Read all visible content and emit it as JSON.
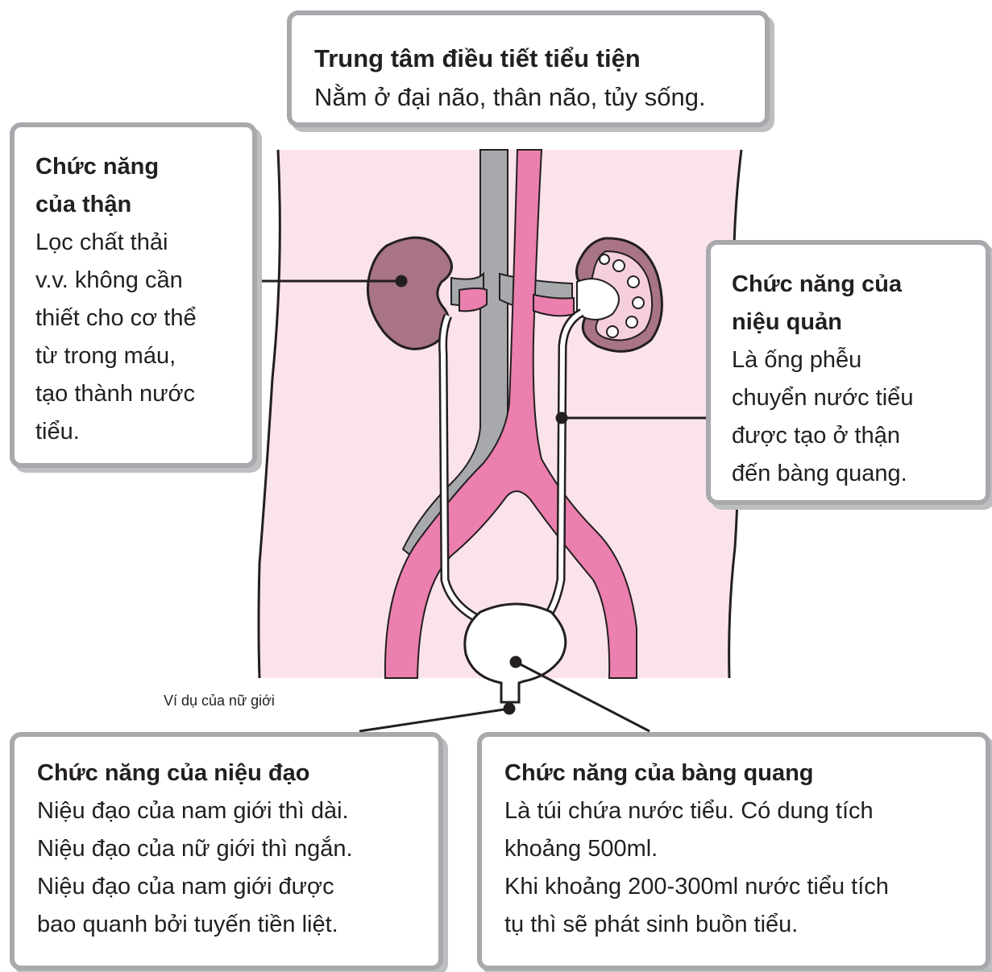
{
  "center": {
    "title": "Trung tâm điều tiết tiểu tiện",
    "body": "Nằm ở đại não, thân não, tủy sống."
  },
  "kidney": {
    "title": "Chức năng\ncủa thận",
    "body": "Lọc chất thải\nv.v. không cần\nthiết cho cơ thể\ntừ trong máu,\ntạo thành nước\ntiểu."
  },
  "ureter": {
    "title": "Chức năng của\nniệu quản",
    "body": "Là ống phễu\nchuyển nước tiểu\nđược tạo ở thận\nđến bàng quang."
  },
  "urethra": {
    "title": "Chức năng của niệu đạo",
    "body": "Niệu đạo của nam giới thì dài.\nNiệu đạo của nữ giới thì ngắn.\nNiệu đạo của nam giới được\nbao quanh bởi tuyến tiền liệt."
  },
  "bladder": {
    "title": "Chức năng của bàng quang",
    "body": "Là túi chứa nước tiểu. Có dung tích\nkhoảng 500ml.\nKhi khoảng 200-300ml nước tiểu tích\ntụ thì sẽ phát sinh buồn tiểu."
  },
  "caption": "Ví dụ của nữ giới",
  "colors": {
    "body_fill": "#fbe3ec",
    "kidney_fill": "#a87486",
    "artery": "#eb7fae",
    "vein": "#a7a9ac",
    "box_border": "#a7a9ac",
    "line": "#231f20"
  }
}
